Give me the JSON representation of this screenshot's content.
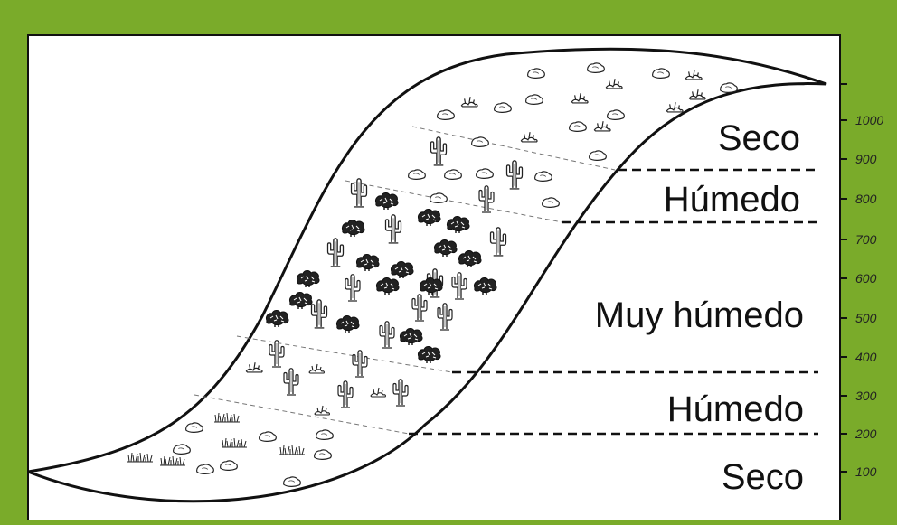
{
  "zones": [
    {
      "label": "Seco"
    },
    {
      "label": "Húmedo"
    },
    {
      "label": "Muy húmedo"
    },
    {
      "label": "Húmedo"
    },
    {
      "label": "Seco"
    }
  ],
  "elevation_scale": {
    "ticks": [
      "1000",
      "900",
      "800",
      "700",
      "600",
      "500",
      "400",
      "300",
      "200",
      "100"
    ]
  },
  "colors": {
    "frame": "#7aab2a",
    "panel": "#ffffff",
    "ink": "#111111"
  },
  "vegetation": {
    "icons": [
      "rock-icon",
      "shrub-icon",
      "cactus-icon",
      "grass-icon",
      "succulent-icon"
    ]
  }
}
